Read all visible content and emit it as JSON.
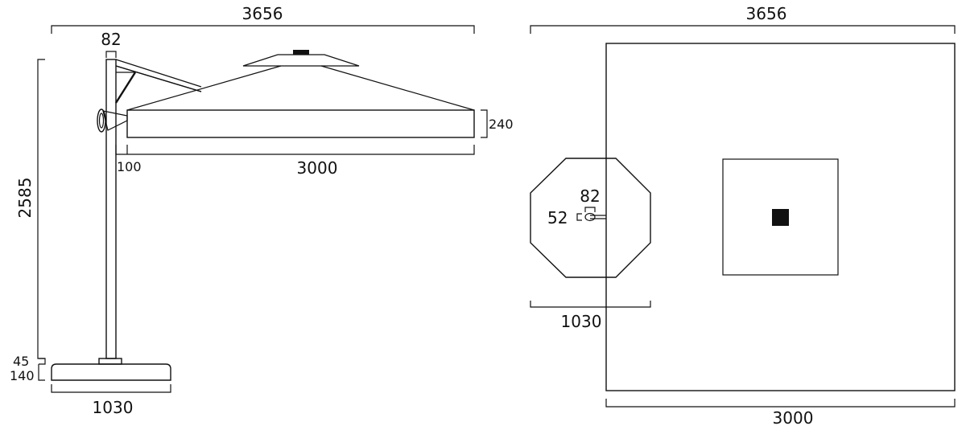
{
  "side_view": {
    "dims": {
      "overall_width": "3656",
      "pole_width": "82",
      "height": "2585",
      "canopy_thickness": "240",
      "offset": "100",
      "canopy_width": "3000",
      "base_plate": "45",
      "base_height": "140",
      "base_width": "1030"
    }
  },
  "top_view": {
    "dims": {
      "overall_width": "3656",
      "pole_width": "82",
      "pole_depth": "52",
      "base_width": "1030",
      "canopy_width": "3000"
    }
  },
  "colors": {
    "line": "#111111",
    "background": "#ffffff"
  }
}
